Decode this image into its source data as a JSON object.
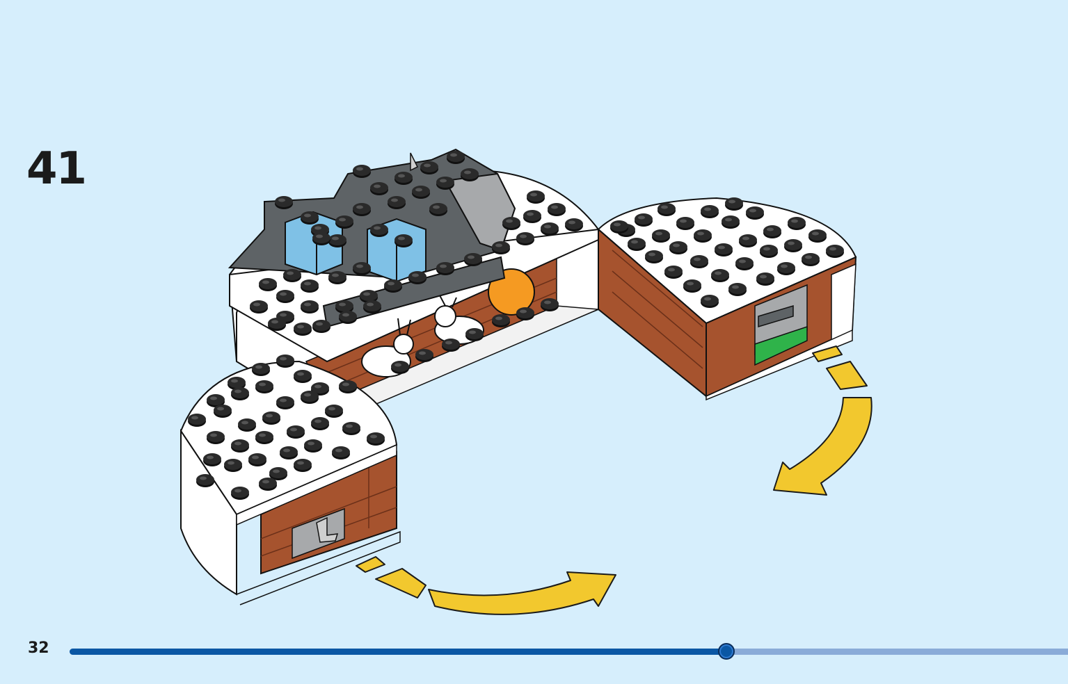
{
  "step": {
    "number": "41"
  },
  "footer": {
    "page_number": "32"
  },
  "progress": {
    "fraction": 0.658
  },
  "colors": {
    "background": "#d6eefc",
    "arrow": "#f2c82e",
    "brick": "#a6532e",
    "dark_gray": "#5e6366",
    "light_gray": "#a7a9ab",
    "medium_blue": "#7fc1e6",
    "orange": "#f59a22",
    "green": "#2fb34a",
    "progress_done": "#0b57a4",
    "progress_rest": "#8aabd8"
  },
  "icons": [
    "rotate-arrow-bottom-icon",
    "rotate-arrow-right-icon"
  ]
}
